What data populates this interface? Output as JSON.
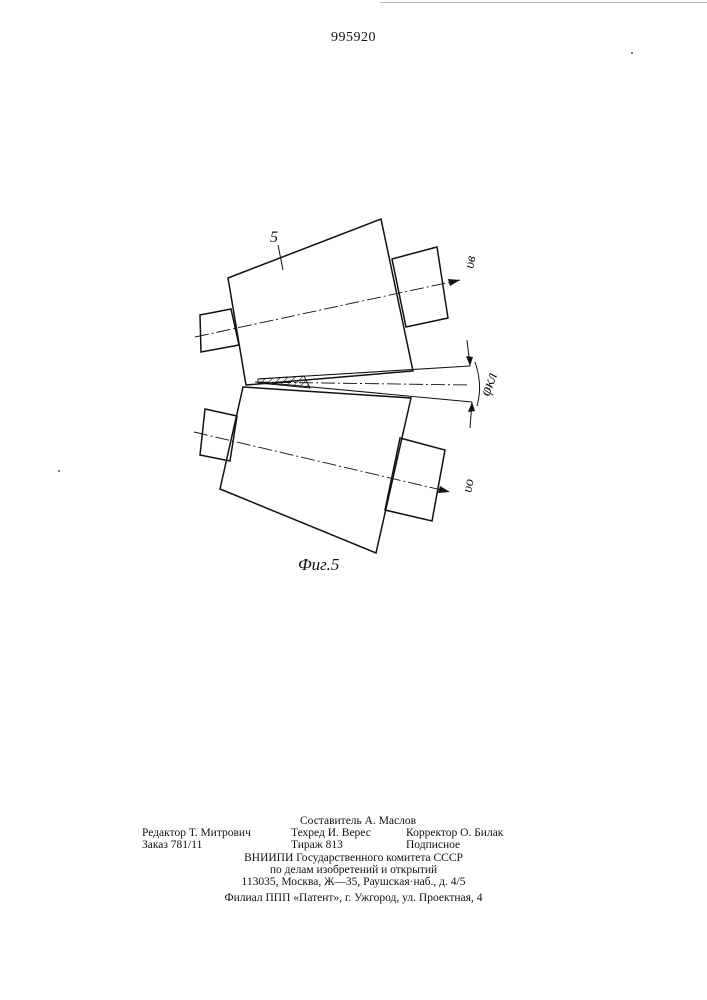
{
  "header": {
    "patent_number": "995920"
  },
  "figure": {
    "roll_label": "5",
    "speed_label_top": "υв",
    "speed_label_bottom": "υо",
    "angle_label": "φкл",
    "caption": "Фиг.5"
  },
  "imprint": {
    "compiler": "Составитель А. Маслов",
    "editor": "Редактор Т. Митрович",
    "techred": "Техред И. Верес",
    "corrector": "Корректор О. Билак",
    "order": "Заказ 781/11",
    "circulation": "Тираж 813",
    "subscription": "Подписное",
    "org_line1": "ВНИИПИ  Государственного  комитета  СССР",
    "org_line2": "по  делам  изобретений  и  открытий",
    "org_line3": "113035,  Москва,  Ж—35,  Раушская·наб.,  д.  4/5",
    "branch": "Филиал  ППП  «Патент»,  г.  Ужгород,  ул.  Проектная,  4"
  }
}
